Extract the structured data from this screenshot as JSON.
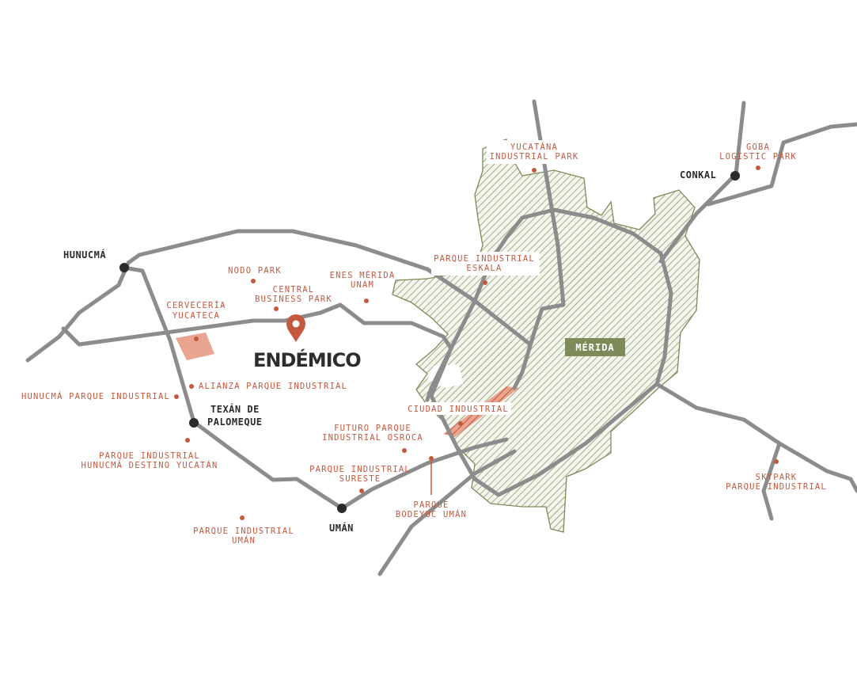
{
  "brand": "ENDÉMICO",
  "city": "MÉRIDA",
  "towns": {
    "hunucma": "HUNUCMÁ",
    "texan_1": "TEXÁN DE",
    "texan_2": "PALOMEQUE",
    "uman": "UMÁN",
    "conkal": "CONKAL"
  },
  "places": {
    "nodo": "NODO PARK",
    "central_1": "CENTRAL",
    "central_2": "BUSINESS PARK",
    "enes_1": "ENES MÉRIDA",
    "enes_2": "UNAM",
    "cerveceria_1": "CERVECERÍA",
    "cerveceria_2": "YUCATECA",
    "alianza": "ALIANZA PARQUE INDUSTRIAL",
    "hunucma_pi": "HUNUCMÁ PARQUE INDUSTRIAL",
    "destino_1": "PARQUE INDUSTRIAL",
    "destino_2": "HUNUCMÁ DESTINO YUCATÁN",
    "futuro_1": "FUTURO PARQUE",
    "futuro_2": "INDUSTRIAL OSROCA",
    "sureste_1": "PARQUE INDUSTRIAL",
    "sureste_2": "SURESTE",
    "uman_pi_1": "PARQUE INDUSTRIAL",
    "uman_pi_2": "UMÁN",
    "bodeyuc_1": "PARQUE",
    "bodeyuc_2": "BODEYUC UMÁN",
    "ciudad": "CIUDAD INDUSTRIAL",
    "eskala_1": "PARQUE INDUSTRIAL",
    "eskala_2": "ESKALA",
    "yucatana_1": "YUCATÁNA",
    "yucatana_2": "INDUSTRIAL PARK",
    "goba_1": "GOBA",
    "goba_2": "LOGISTIC PARK",
    "skypark_1": "SKYPARK",
    "skypark_2": "PARQUE INDUSTRIAL"
  },
  "colors": {
    "accent": "#c4593f",
    "road": "#8c8c8c",
    "urban_hatch": "#7d8a5a"
  }
}
